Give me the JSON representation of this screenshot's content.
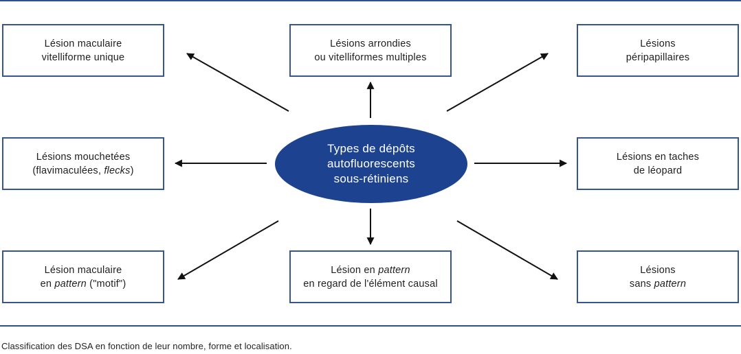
{
  "center": {
    "line1": "Types de dépôts",
    "line2": "autofluorescents",
    "line3": "sous-rétiniens"
  },
  "boxes": {
    "top_left": {
      "line1": "Lésion maculaire",
      "line2": "vitelliforme unique"
    },
    "top_center": {
      "line1": "Lésions arrondies",
      "line2": "ou vitelliformes multiples"
    },
    "top_right": {
      "line1": "Lésions",
      "line2": "péripapillaires"
    },
    "mid_left": {
      "line1": "Lésions mouchetées",
      "line2_a": "(flavimaculées, ",
      "line2_b": "flecks",
      "line2_c": ")"
    },
    "mid_right": {
      "line1": "Lésions en taches",
      "line2": "de léopard"
    },
    "bottom_left": {
      "line1": "Lésion maculaire",
      "line2_a": "en ",
      "line2_b": "pattern",
      "line2_c": " (\"motif\")"
    },
    "bottom_center": {
      "line1_a": "Lésion en ",
      "line1_b": "pattern",
      "line2": "en regard de l'élément causal"
    },
    "bottom_right": {
      "line1": "Lésions",
      "line2_a": "sans ",
      "line2_b": "pattern"
    }
  },
  "caption": "Classification des DSA en fonction de leur nombre, forme et localisation.",
  "colors": {
    "ellipse": "#1d4390",
    "border": "#34558f",
    "rule": "#2d4f8e",
    "arrow": "#111111"
  }
}
